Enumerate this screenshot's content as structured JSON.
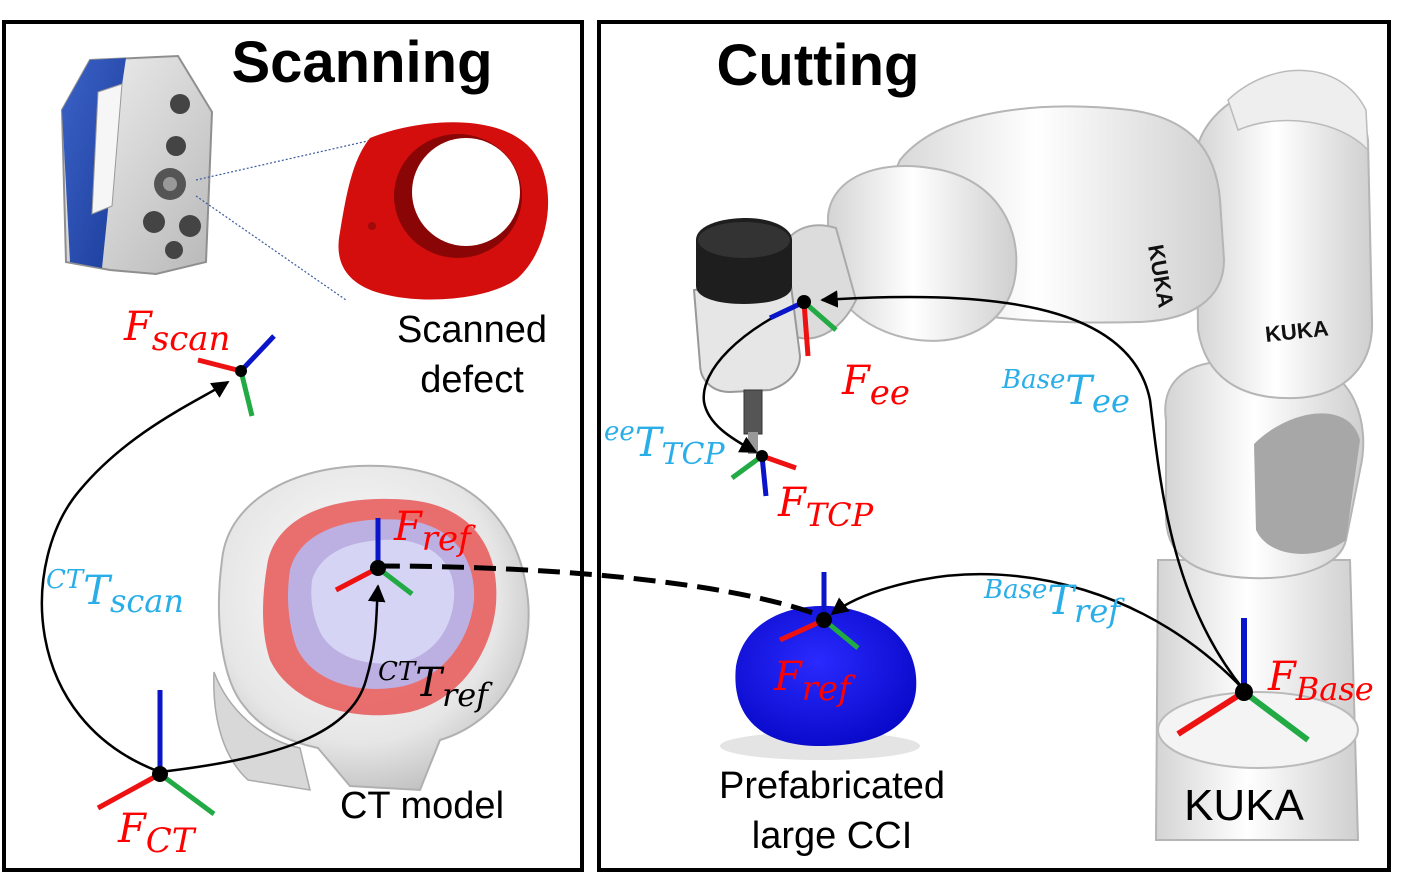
{
  "panels": {
    "scanning": {
      "title": "Scanning"
    },
    "cutting": {
      "title": "Cutting"
    }
  },
  "labels": {
    "scanned_defect_line1": "Scanned",
    "scanned_defect_line2": "defect",
    "ct_model": "CT model",
    "prefab_line1": "Prefabricated",
    "prefab_line2": "large CCI",
    "kuka": "KUKA",
    "robot_brand": "KUKA"
  },
  "frames": {
    "scan": {
      "base": "F",
      "sub": "scan"
    },
    "ct": {
      "base": "F",
      "sub": "CT"
    },
    "ref_ct": {
      "base": "F",
      "sub": "ref"
    },
    "ref_cci": {
      "base": "F",
      "sub": "ref"
    },
    "ee": {
      "base": "F",
      "sub": "ee"
    },
    "tcp": {
      "base": "F",
      "sub": "TCP"
    },
    "base": {
      "base": "F",
      "sub": "Base"
    }
  },
  "transforms": {
    "ct_scan": {
      "sup": "CT",
      "base": "T",
      "sub": "scan"
    },
    "ct_ref": {
      "sup": "CT",
      "base": "T",
      "sub": "ref"
    },
    "base_ee": {
      "sup": "Base",
      "base": "T",
      "sub": "ee"
    },
    "ee_tcp": {
      "sup": "ee",
      "base": "T",
      "sub": "TCP"
    },
    "base_ref": {
      "sup": "Base",
      "base": "T",
      "sub": "ref"
    }
  },
  "colors": {
    "axis_red": "#ee1111",
    "axis_green": "#22aa44",
    "axis_blue": "#0a14c8",
    "frame_label": "#ff0000",
    "transform_label": "#2aaee8",
    "defect": "#d40d0d",
    "cci": "#1010ee"
  }
}
